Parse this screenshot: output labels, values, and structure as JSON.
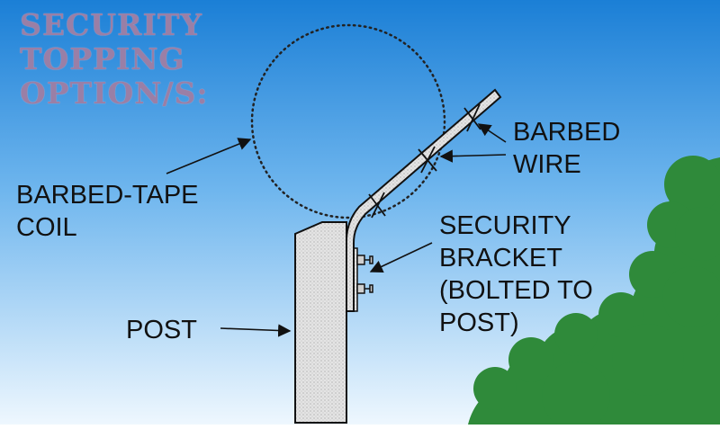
{
  "title": {
    "lines": [
      "SECURITY",
      "TOPPING",
      "OPTION/S:"
    ]
  },
  "labels": {
    "barbed_wire": [
      "BARBED",
      "WIRE"
    ],
    "barbed_tape_coil": [
      "BARBED-TAPE",
      "COIL"
    ],
    "security_bracket": [
      "SECURITY",
      "BRACKET",
      "(BOLTED TO",
      "POST)"
    ],
    "post": "POST"
  },
  "colors": {
    "sky_top": "#1b7fd6",
    "sky_bottom": "#e6f3fd",
    "title": "#9a7fa6",
    "bush": "#2f8a3a",
    "post_fill": "#dcdcdc"
  }
}
